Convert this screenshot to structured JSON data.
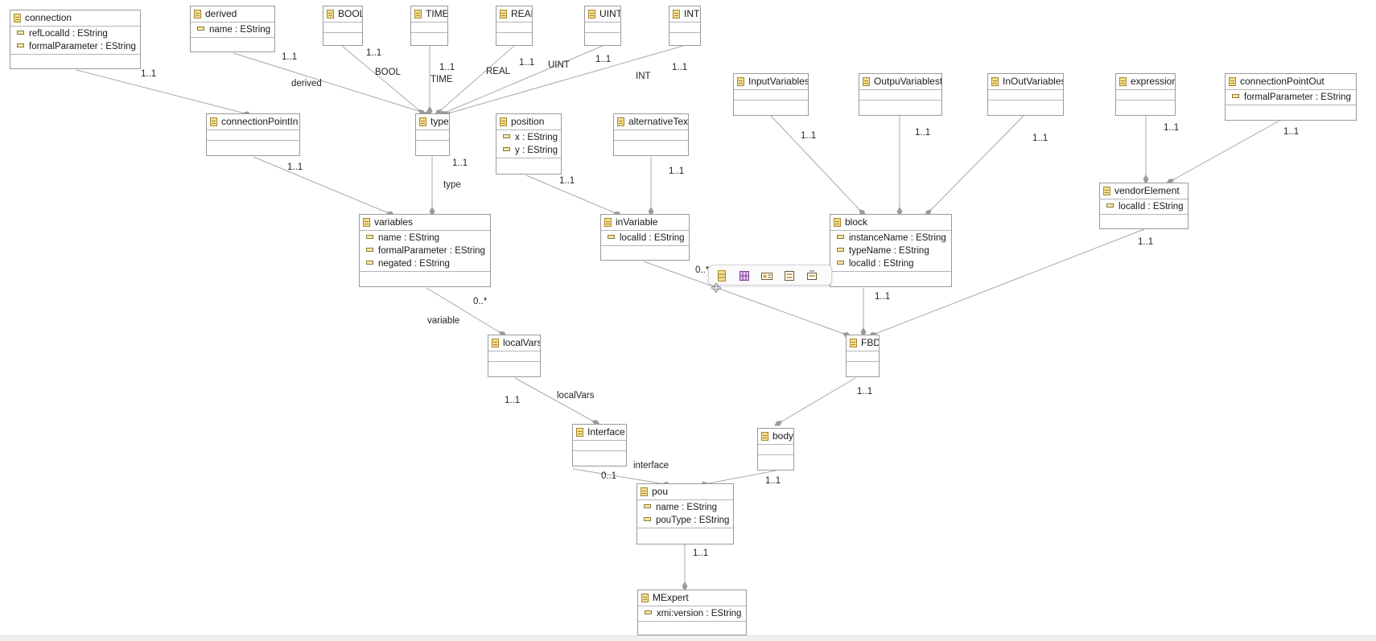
{
  "diagram": {
    "classes": {
      "connection": {
        "name": "connection",
        "attributes": [
          "refLocalId : EString",
          "formalParameter : EString"
        ]
      },
      "derived": {
        "name": "derived",
        "attributes": [
          "name : EString"
        ]
      },
      "bool": {
        "name": "BOOL",
        "attributes": []
      },
      "time": {
        "name": "TIME",
        "attributes": []
      },
      "real": {
        "name": "REAL",
        "attributes": []
      },
      "uint": {
        "name": "UINT",
        "attributes": []
      },
      "int": {
        "name": "INT",
        "attributes": []
      },
      "inputVariables": {
        "name": "InputVariables",
        "attributes": []
      },
      "outpuVariablest": {
        "name": "OutpuVariablest",
        "attributes": []
      },
      "inOutVariables": {
        "name": "InOutVariables",
        "attributes": []
      },
      "expression": {
        "name": "expression",
        "attributes": []
      },
      "connectionPointOut": {
        "name": "connectionPointOut",
        "attributes": [
          "formalParameter : EString"
        ]
      },
      "connectionPointIn": {
        "name": "connectionPointIn",
        "attributes": []
      },
      "type": {
        "name": "type",
        "attributes": []
      },
      "position": {
        "name": "position",
        "attributes": [
          "x : EString",
          "y : EString"
        ]
      },
      "alternativeText": {
        "name": "alternativeText",
        "attributes": []
      },
      "vendorElement": {
        "name": "vendorElement",
        "attributes": [
          "localId : EString"
        ]
      },
      "variables": {
        "name": "variables",
        "attributes": [
          "name : EString",
          "formalParameter : EString",
          "negated : EString"
        ]
      },
      "inVariable": {
        "name": "inVariable",
        "attributes": [
          "localId : EString"
        ]
      },
      "block": {
        "name": "block",
        "attributes": [
          "instanceName : EString",
          "typeName : EString",
          "localId : EString"
        ]
      },
      "localVars": {
        "name": "localVars",
        "attributes": []
      },
      "fbd": {
        "name": "FBD",
        "attributes": []
      },
      "interface": {
        "name": "Interface",
        "attributes": []
      },
      "body": {
        "name": "body",
        "attributes": []
      },
      "pou": {
        "name": "pou",
        "attributes": [
          "name : EString",
          "pouType : EString"
        ]
      },
      "mexpert": {
        "name": "MExpert",
        "attributes": [
          "xmi:version : EString"
        ]
      }
    },
    "labels": {
      "connection_mult": "1..1",
      "derived_mult": "1..1",
      "derived_role": "derived",
      "bool_mult": "1..1",
      "bool_role": "BOOL",
      "time_mult": "1..1",
      "time_role": "TIME",
      "real_mult": "1..1",
      "real_role": "REAL",
      "uint_mult": "1..1",
      "uint_role": "UINT",
      "int_mult": "1..1",
      "int_role": "INT",
      "cpin_mult": "1..1",
      "type_mult": "1..1",
      "type_role": "type",
      "position_mult": "1..1",
      "alttext_mult": "1..1",
      "inputvars_mult": "1..1",
      "outpuvars_mult": "1..1",
      "inoutvars_mult": "1..1",
      "expression_mult": "1..1",
      "cpout_mult": "1..1",
      "vendor_mult": "1..1",
      "variables_mult": "0..*",
      "variables_role": "variable",
      "invariable_mult": "0..*",
      "block_mult": "1..1",
      "localvars_mult": "1..1",
      "localvars_role": "localVars",
      "fbd_mult": "1..1",
      "interface_mult": "0..1",
      "interface_role": "interface",
      "body_mult": "1..1",
      "pou_mult": "1..1"
    }
  }
}
